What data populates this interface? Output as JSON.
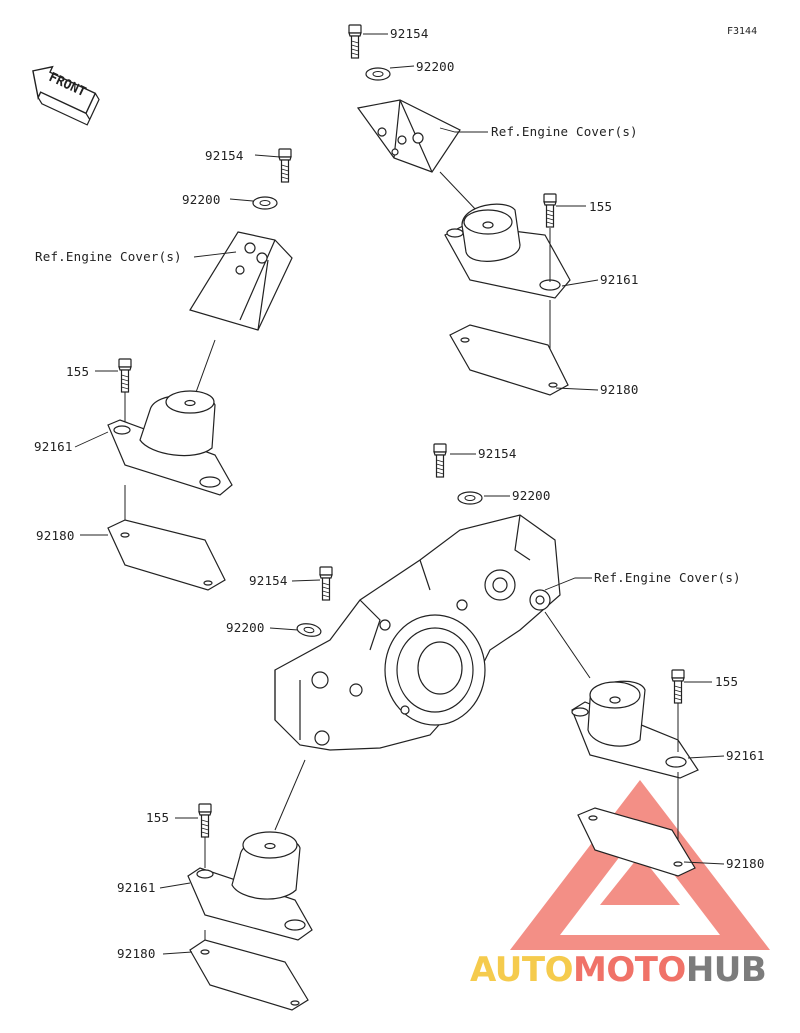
{
  "figure_code": "F3144",
  "front_label": "FRONT",
  "labels": {
    "t_92154": "92154",
    "t_92200": "92200",
    "t_ref": "Ref.Engine Cover(s)",
    "t_155": "155",
    "t_92161": "92161",
    "t_92180": "92180",
    "l_92154": "92154",
    "l_92200": "92200",
    "l_ref": "Ref.Engine Cover(s)",
    "l_155": "155",
    "l_92161": "92161",
    "l_92180": "92180",
    "c_92154": "92154",
    "c_92200": "92200",
    "c_ref": "Ref.Engine Cover(s)",
    "r_155": "155",
    "r_92161": "92161",
    "r_92180": "92180",
    "m_92154": "92154",
    "m_92200": "92200",
    "b_155": "155",
    "b_92161": "92161",
    "b_92180": "92180"
  },
  "watermark": {
    "part1": "AUTO",
    "part2": "MOTO",
    "part3": "HUB"
  },
  "colors": {
    "line": "#222222",
    "watermark_red": "#ee5a4e",
    "watermark_yellow": "#f4c22e"
  }
}
